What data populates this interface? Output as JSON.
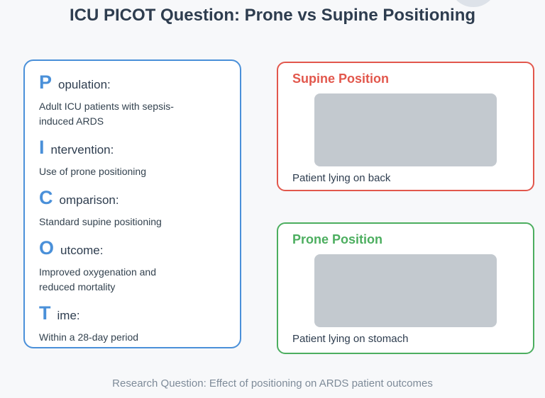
{
  "page": {
    "title": "ICU PICOT Question: Prone vs Supine Positioning",
    "footer_note": "Research Question: Effect of positioning on ARDS patient outcomes"
  },
  "colors": {
    "background": "#f7f8fa",
    "title_text": "#2e3d4f",
    "accent_blue": "#4a90d9",
    "accent_red": "#e2574c",
    "accent_green": "#4cae5f",
    "body_text": "#33424f",
    "muted_text": "#7e8b99",
    "image_placeholder": "#c3c9cf",
    "panel_background": "#ffffff"
  },
  "picot_panel": {
    "items": [
      {
        "letter": "P",
        "rest": "opulation:",
        "description": "Adult ICU patients with sepsis-induced ARDS"
      },
      {
        "letter": "I",
        "rest": "ntervention:",
        "description": "Use of prone positioning"
      },
      {
        "letter": "C",
        "rest": "omparison:",
        "description": "Standard supine positioning"
      },
      {
        "letter": "O",
        "rest": "utcome:",
        "description": "Improved oxygenation and reduced mortality"
      },
      {
        "letter": "T",
        "rest": "ime:",
        "description": "Within a 28-day period"
      }
    ]
  },
  "position_cards": [
    {
      "title": "Supine Position",
      "caption": "Patient lying on back",
      "accent": "#e2574c"
    },
    {
      "title": "Prone Position",
      "caption": "Patient lying on stomach",
      "accent": "#4cae5f"
    }
  ]
}
